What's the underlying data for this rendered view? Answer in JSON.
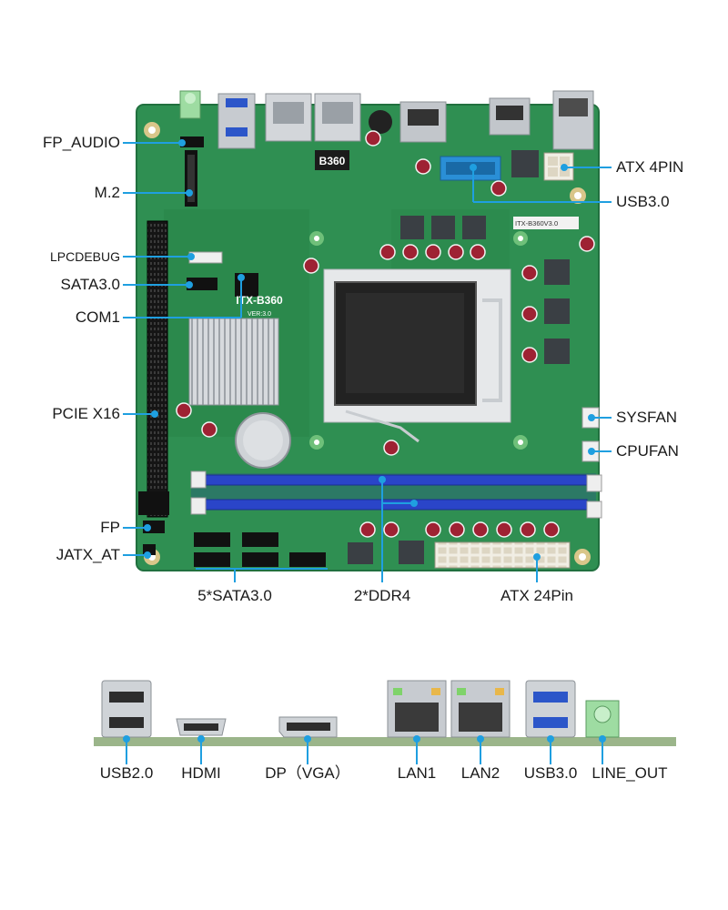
{
  "colors": {
    "pcb": "#2f8f52",
    "pcb_dark": "#1f6b3c",
    "leader": "#1f9fe0",
    "dimm": "#2a45c8",
    "socket": "#222222",
    "heatsink": "#c9cdd2",
    "io_bar": "#9bb58a"
  },
  "board": {
    "silk_model": "ITX-B360",
    "silk_version": "VER:3.0",
    "chip_label": "B360",
    "sticker": "ITX-B360V3.0"
  },
  "labels_left": [
    "FP_AUDIO",
    "M.2",
    "LPCDEBUG",
    "SATA3.0",
    "COM1",
    "PCIE X16",
    "FP",
    "JATX_AT"
  ],
  "labels_right": [
    "ATX 4PIN",
    "USB3.0",
    "SYSFAN",
    "CPUFAN"
  ],
  "labels_bottom": [
    "5*SATA3.0",
    "2*DDR4",
    "ATX 24Pin"
  ],
  "io_labels": [
    "USB2.0",
    "HDMI",
    "DP（VGA）",
    "LAN1",
    "LAN2",
    "USB3.0",
    "LINE_OUT"
  ],
  "icons": [
    "usb-port-icon",
    "hdmi-port-icon",
    "displayport-icon",
    "rj45-port-icon",
    "audio-jack-icon"
  ]
}
